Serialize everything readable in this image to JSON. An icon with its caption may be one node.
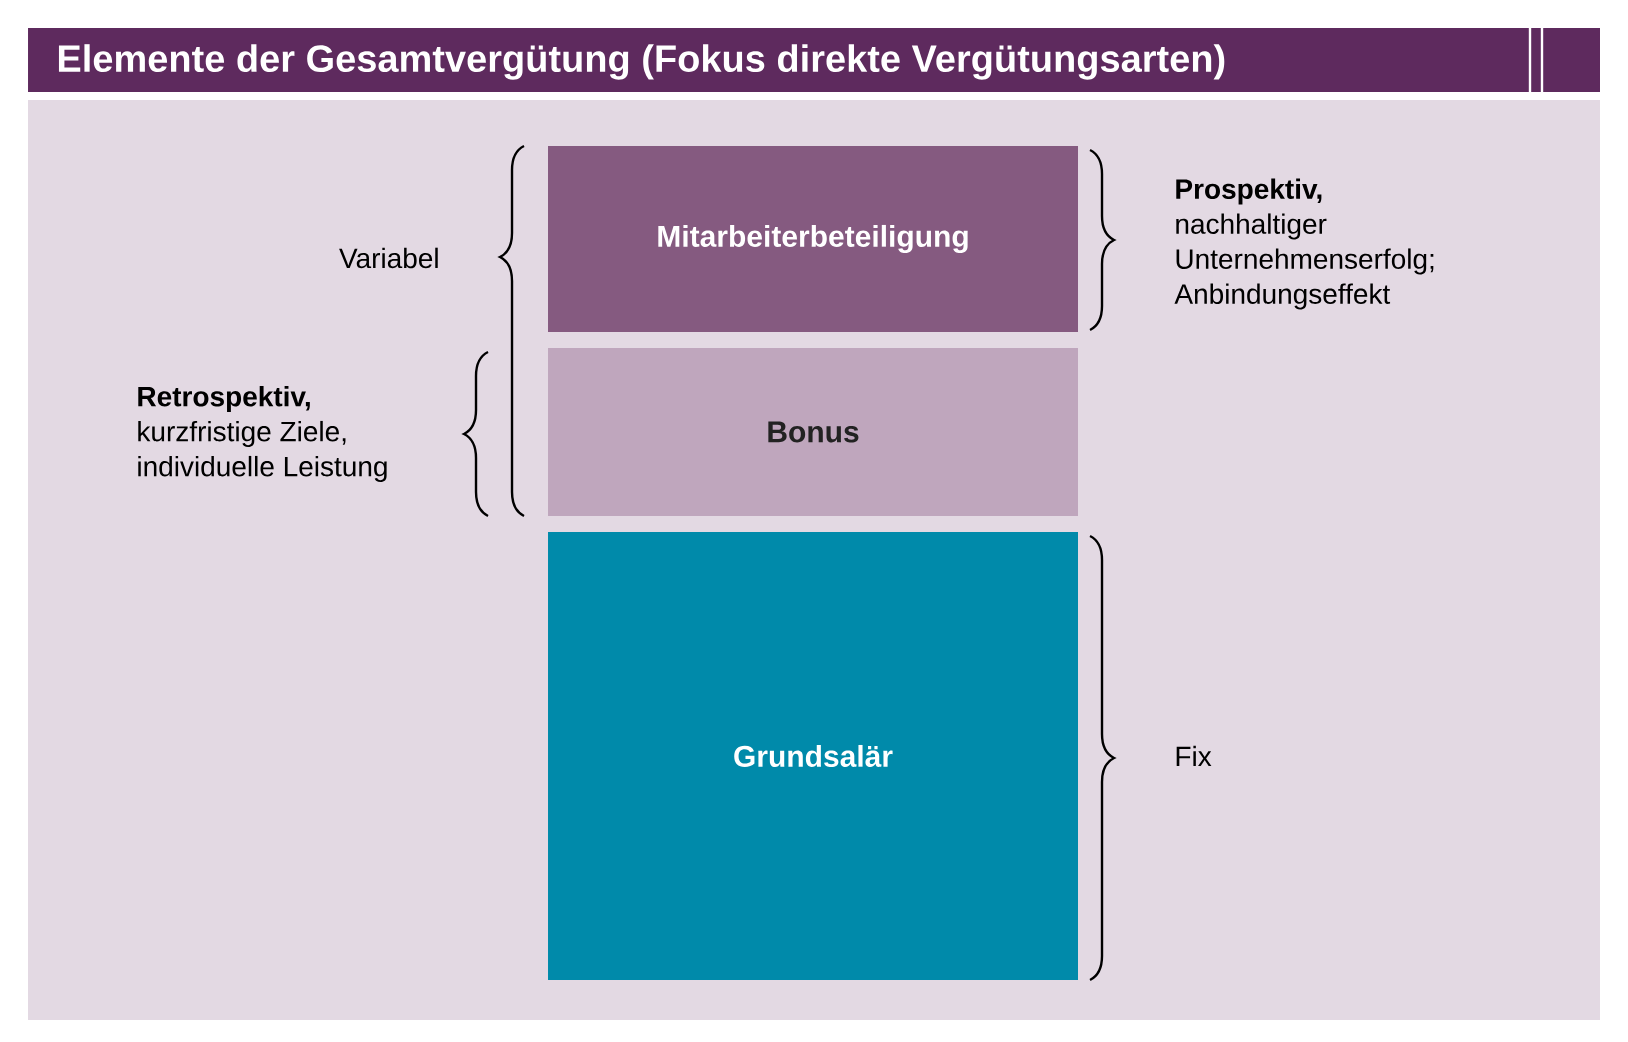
{
  "diagram": {
    "title": "Elemente der Gesamtvergütung (Fokus direkte Vergütungsarten)",
    "nodes": [
      {
        "text": [
          "Mitarbeiterbeteiligung"
        ],
        "beside": [
          "**Prospektiv,** nachhaltiger Unternehmenserfolg; Anbindungseffekt"
        ]
      },
      {
        "text": [
          "Bonus"
        ]
      },
      {
        "text": [
          "Grundsalär"
        ],
        "beside": [
          "Fix"
        ]
      }
    ],
    "edges": [],
    "labels": [
      "Variabel",
      "**Retrospektiv,** kurzfristige Ziele, individuelle Leistung"
    ]
  }
}
